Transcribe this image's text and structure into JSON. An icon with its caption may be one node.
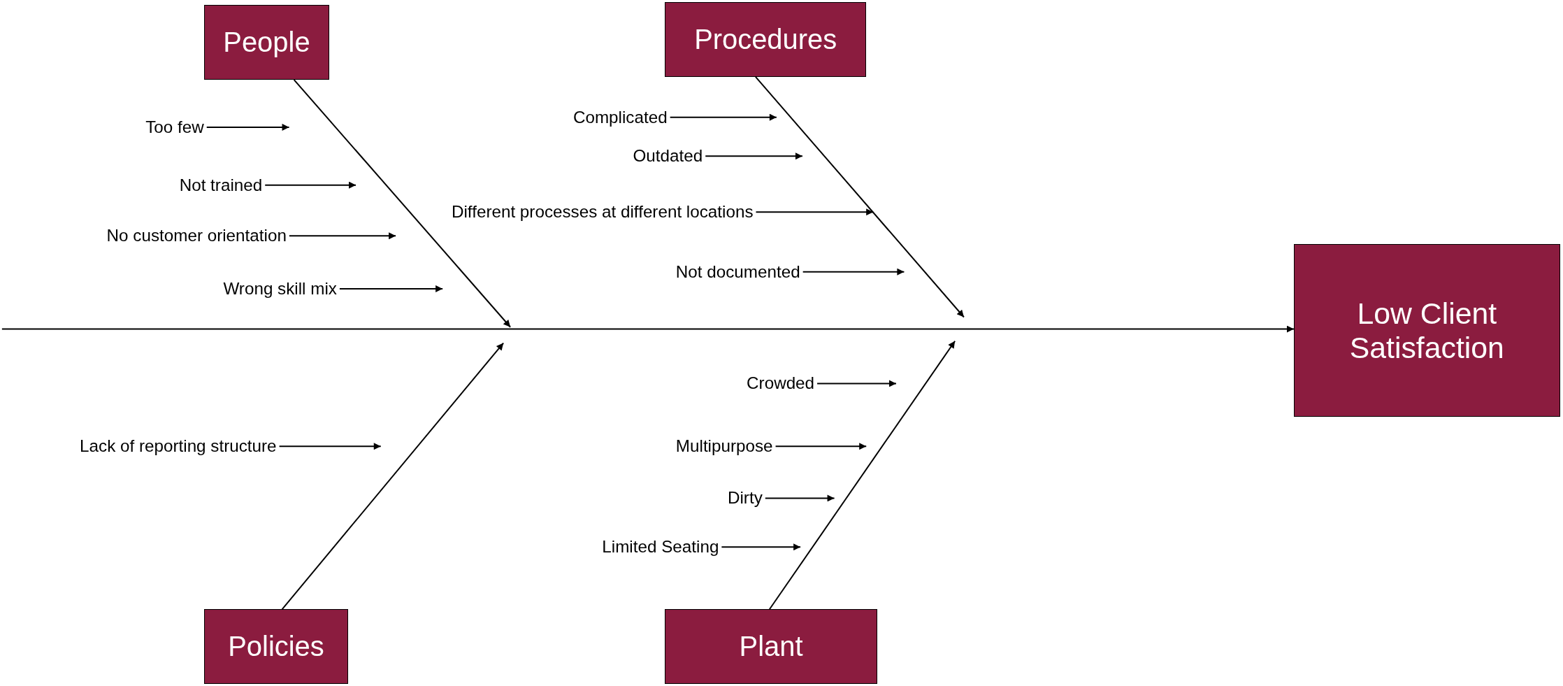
{
  "diagram": {
    "nodes": [
      {
        "text": [
          "People"
        ]
      },
      {
        "text": [
          "Procedures"
        ]
      },
      {
        "text": [
          "Too few"
        ]
      },
      {
        "text": [
          "Complicated"
        ]
      },
      {
        "text": [
          "Outdated"
        ]
      },
      {
        "text": [
          "Not trained"
        ]
      },
      {
        "text": [
          "Different processes at different locations"
        ]
      },
      {
        "text": [
          "No customer orientation"
        ]
      },
      {
        "text": [
          "Not documented"
        ]
      },
      {
        "text": [
          "Wrong skill mix"
        ]
      },
      {
        "text": [
          "Low Client Satisfaction"
        ]
      },
      {
        "text": [
          "Crowded"
        ]
      },
      {
        "text": [
          "Lack of reporting structure"
        ]
      },
      {
        "text": [
          "Multipurpose"
        ]
      },
      {
        "text": [
          "Dirty"
        ]
      },
      {
        "text": [
          "Limited Seating"
        ]
      },
      {
        "text": [
          "Policies"
        ]
      },
      {
        "text": [
          "Plant"
        ]
      }
    ],
    "edges": [
      {
        "from": 0,
        "to": null,
        "arrow": "to"
      },
      {
        "from": 1,
        "to": null,
        "arrow": "to"
      },
      {
        "from": 16,
        "to": null,
        "arrow": "to"
      },
      {
        "from": 17,
        "to": null,
        "arrow": "to"
      },
      {
        "from": null,
        "to": 10,
        "arrow": "to"
      },
      {
        "from": 2,
        "to": null,
        "arrow": "to"
      },
      {
        "from": 3,
        "to": null,
        "arrow": "to"
      },
      {
        "from": 4,
        "to": null,
        "arrow": "to"
      },
      {
        "from": 5,
        "to": null,
        "arrow": "to"
      },
      {
        "from": 6,
        "to": null,
        "arrow": "to"
      },
      {
        "from": 7,
        "to": null,
        "arrow": "to"
      },
      {
        "from": 8,
        "to": null,
        "arrow": "to"
      },
      {
        "from": 9,
        "to": null,
        "arrow": "to"
      },
      {
        "from": 11,
        "to": null,
        "arrow": "to"
      },
      {
        "from": 12,
        "to": null,
        "arrow": "to"
      },
      {
        "from": 13,
        "to": null,
        "arrow": "to"
      },
      {
        "from": 14,
        "to": null,
        "arrow": "to"
      },
      {
        "from": 15,
        "to": null,
        "arrow": "to"
      }
    ]
  }
}
